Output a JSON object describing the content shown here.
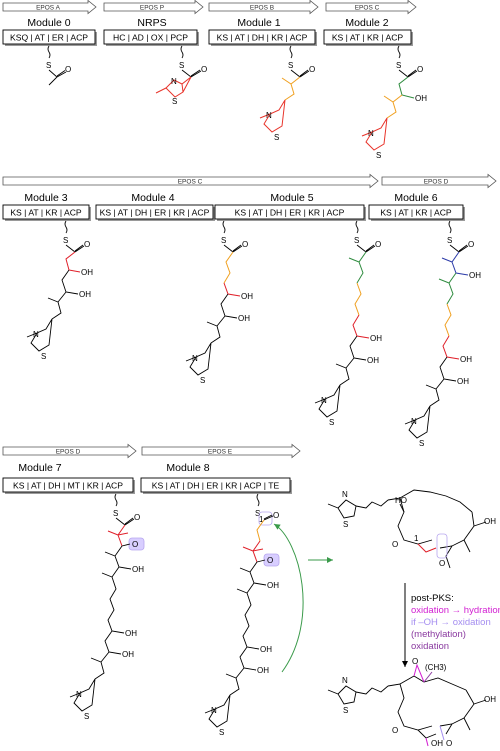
{
  "colors": {
    "thiazole": "#e8332a",
    "orange": "#f0a020",
    "green": "#2e8b3e",
    "red": "#e0202a",
    "blue": "#2b3aa8",
    "purple_box": "#b7a6ef",
    "magenta": "#d21fd2",
    "lavender": "#a58ef0",
    "dark_purple": "#8a3aa0",
    "arrow_green": "#3a9a4a"
  },
  "genes": [
    "EPOS A",
    "EPOS P",
    "EPOS B",
    "EPOS C",
    "EPOS C",
    "EPOS D",
    "EPOS D",
    "EPOS E"
  ],
  "modules": {
    "m0": "Module 0",
    "nrps": "NRPS",
    "m1": "Module 1",
    "m2": "Module 2",
    "m3": "Module 3",
    "m4": "Module 4",
    "m5": "Module 5",
    "m6": "Module 6",
    "m7": "Module 7",
    "m8": "Module 8"
  },
  "domains": {
    "m0": "KSQ | AT | ER | ACP",
    "nrps": "HC | AD | OX | PCP",
    "m1": "KS | AT | DH | KR | ACP",
    "m2": "KS | AT | KR | ACP",
    "m3": "KS | AT | KR | ACP",
    "m4": "KS | AT | DH | ER | KR | ACP",
    "m5": "KS | AT | DH | ER | KR | ACP",
    "m6": "KS | AT | KR | ACP",
    "m7": "KS | AT | DH | MT | KR | ACP",
    "m8": "KS | AT | DH | ER | KR | ACP | TE"
  },
  "atoms": {
    "S": "S",
    "O": "O",
    "N": "N",
    "OH": "OH",
    "HO": "HO",
    "one": "1",
    "ch3": "(CH3)"
  },
  "post_pks": {
    "title": "post-PKS:",
    "line1": "oxidation → hydration",
    "line2": "if –OH → oxidation",
    "line3": "(methylation)",
    "line4": "oxidation"
  }
}
